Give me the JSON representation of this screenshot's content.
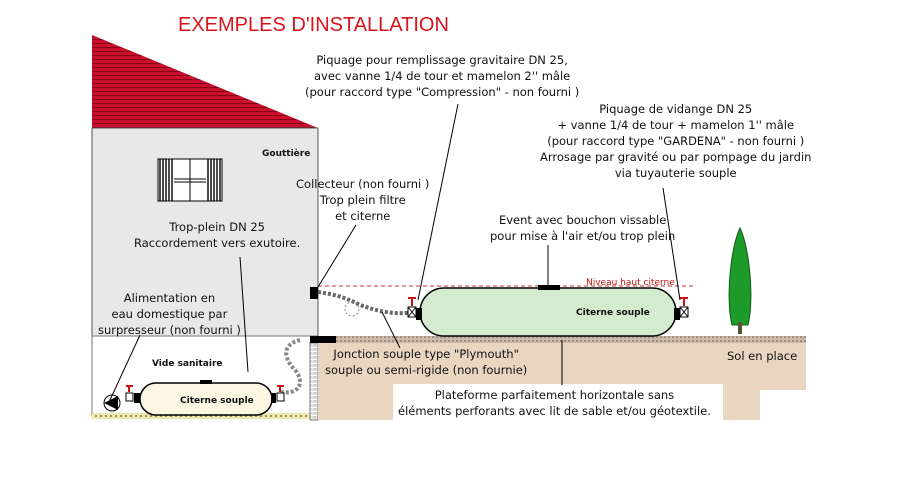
{
  "title": "EXEMPLES D'INSTALLATION",
  "labels": {
    "gouttiere": "Gouttière",
    "collecteur": "Collecteur (non fourni )\nTrop plein filtre\net citerne",
    "trop_plein": "Trop-plein DN 25\nRaccordement vers exutoire.",
    "alimentation": "Alimentation en\neau domestique par\nsurpresseur (non fourni )",
    "vide_sanitaire": "Vide sanitaire",
    "citerne_petite": "Citerne souple",
    "citerne_grande": "Citerne souple",
    "piquage_remplissage": "Piquage pour remplissage gravitaire DN 25,\navec vanne 1/4 de tour et mamelon 2'' mâle\n(pour raccord type \"Compression\" - non fourni )",
    "piquage_vidange": "Piquage de vidange DN 25\n+ vanne 1/4 de tour + mamelon 1'' mâle\n(pour raccord type \"GARDENA\" - non fourni )\nArrosage par gravité ou par pompage du jardin\nvia tuyauterie souple",
    "event": "Event avec bouchon vissable\npour mise à l'air et/ou trop plein",
    "niveau_haut": "Niveau haut citerne",
    "jonction": "Jonction souple type \"Plymouth\"\nsouple ou semi-rigide (non fournie)",
    "sol": "Sol en place",
    "plateforme": "Plateforme parfaitement horizontale sans\néléments perforants avec lit de sable et/ou géotextile."
  },
  "colors": {
    "roof": "#c8102e",
    "wall": "#e8e8e8",
    "soil": "#e9d6c1",
    "tank_large": "#d4ebcf",
    "tank_small": "#fdf6e2",
    "tree": "#1e9a2a",
    "valve": "#d01010"
  }
}
